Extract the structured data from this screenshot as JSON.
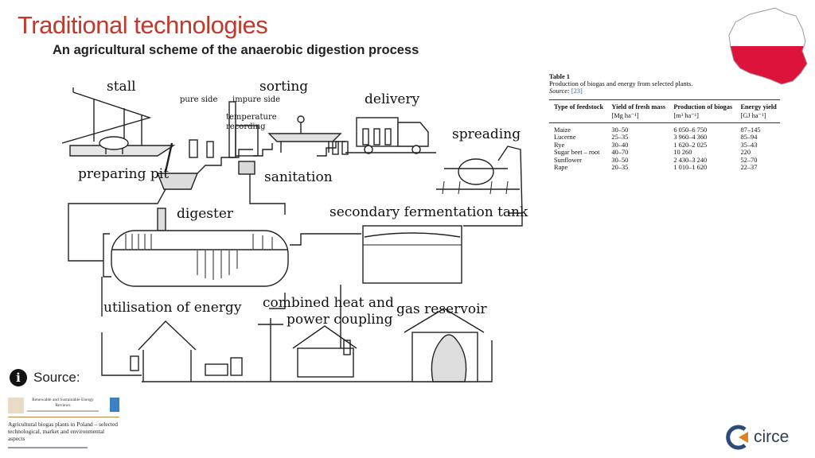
{
  "header": {
    "title": "Traditional technologies",
    "subtitle": "An agricultural scheme of the anaerobic digestion process"
  },
  "diagram": {
    "labels": {
      "stall": "stall",
      "sorting": "sorting",
      "delivery": "delivery",
      "pure_side": "pure side",
      "impure_side": "impure side",
      "temperature": "temperature",
      "recording": "recording",
      "spreading": "spreading",
      "preparing_pit": "preparing pit",
      "sanitation": "sanitation",
      "digester": "digester",
      "secondary_fermentation_tank": "secondary fermentation tank",
      "utilisation_of_energy": "utilisation of energy",
      "combined_heat_and": "combined heat and",
      "power_coupling": "power coupling",
      "gas_reservoir": "gas reservoir"
    }
  },
  "table": {
    "number": "Table 1",
    "caption": "Production of biogas and energy from selected plants.",
    "source_label": "Source:",
    "source_ref": "[23]",
    "columns": [
      "Type of feedstock",
      "Yield of fresh mass",
      "Production of biogas",
      "Energy yield"
    ],
    "units": [
      "",
      "[Mg ha⁻¹]",
      "[m³ ha⁻¹]",
      "[GJ ha⁻¹]"
    ],
    "rows": [
      [
        "Maize",
        "30–50",
        "6 050–6 750",
        "87–145"
      ],
      [
        "Lucerne",
        "25–35",
        "3 960–4 360",
        "85–94"
      ],
      [
        "Rye",
        "30–40",
        "1 620–2 025",
        "35–43"
      ],
      [
        "Sugar beet – root",
        "40–70",
        "10 260",
        "220"
      ],
      [
        "Sunflower",
        "30–50",
        "2 430–3 240",
        "52–70"
      ],
      [
        "Rape",
        "20–35",
        "1 010–1 620",
        "22–37"
      ]
    ]
  },
  "source": {
    "icon": "info-icon",
    "label": "Source:",
    "journal": "Renewable and Sustainable Energy Reviews",
    "paper_title": "Agricultural biogas plants in Poland – selected technological, market and environmental aspects"
  },
  "logo": {
    "text": "circe",
    "colors": {
      "blue": "#2c4a7a",
      "orange": "#e08020"
    }
  },
  "flag": {
    "colors": {
      "top": "#ffffff",
      "bottom": "#dc143c"
    }
  },
  "colors": {
    "title": "#c0392b"
  }
}
